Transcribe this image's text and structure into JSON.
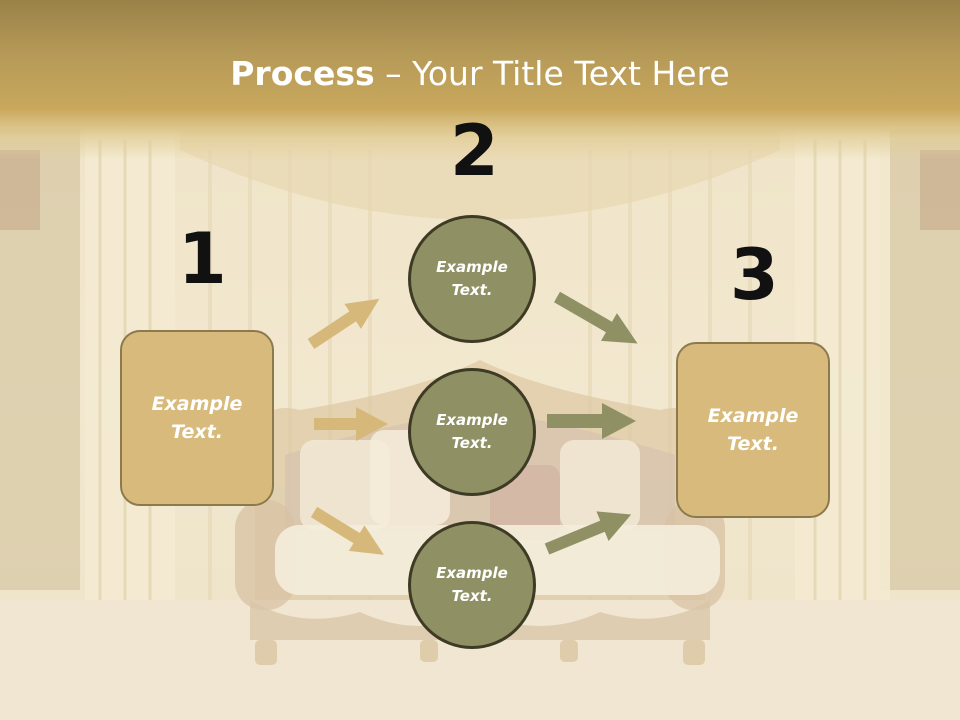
{
  "title": {
    "bold": "Process",
    "rest": " – Your Title Text Here"
  },
  "steps": [
    {
      "number": "1",
      "text": "Example Text."
    },
    {
      "number": "2",
      "text": "Example Text."
    },
    {
      "number": "3",
      "text": "Example Text."
    }
  ],
  "circles": [
    {
      "text": "Example Text."
    },
    {
      "text": "Example Text."
    },
    {
      "text": "Example Text."
    }
  ],
  "colors": {
    "box_fill": "#d8bb7c",
    "circle_fill": "#8f9064",
    "arrow_tan": "#d6b97a",
    "arrow_olive": "#8f9064"
  }
}
